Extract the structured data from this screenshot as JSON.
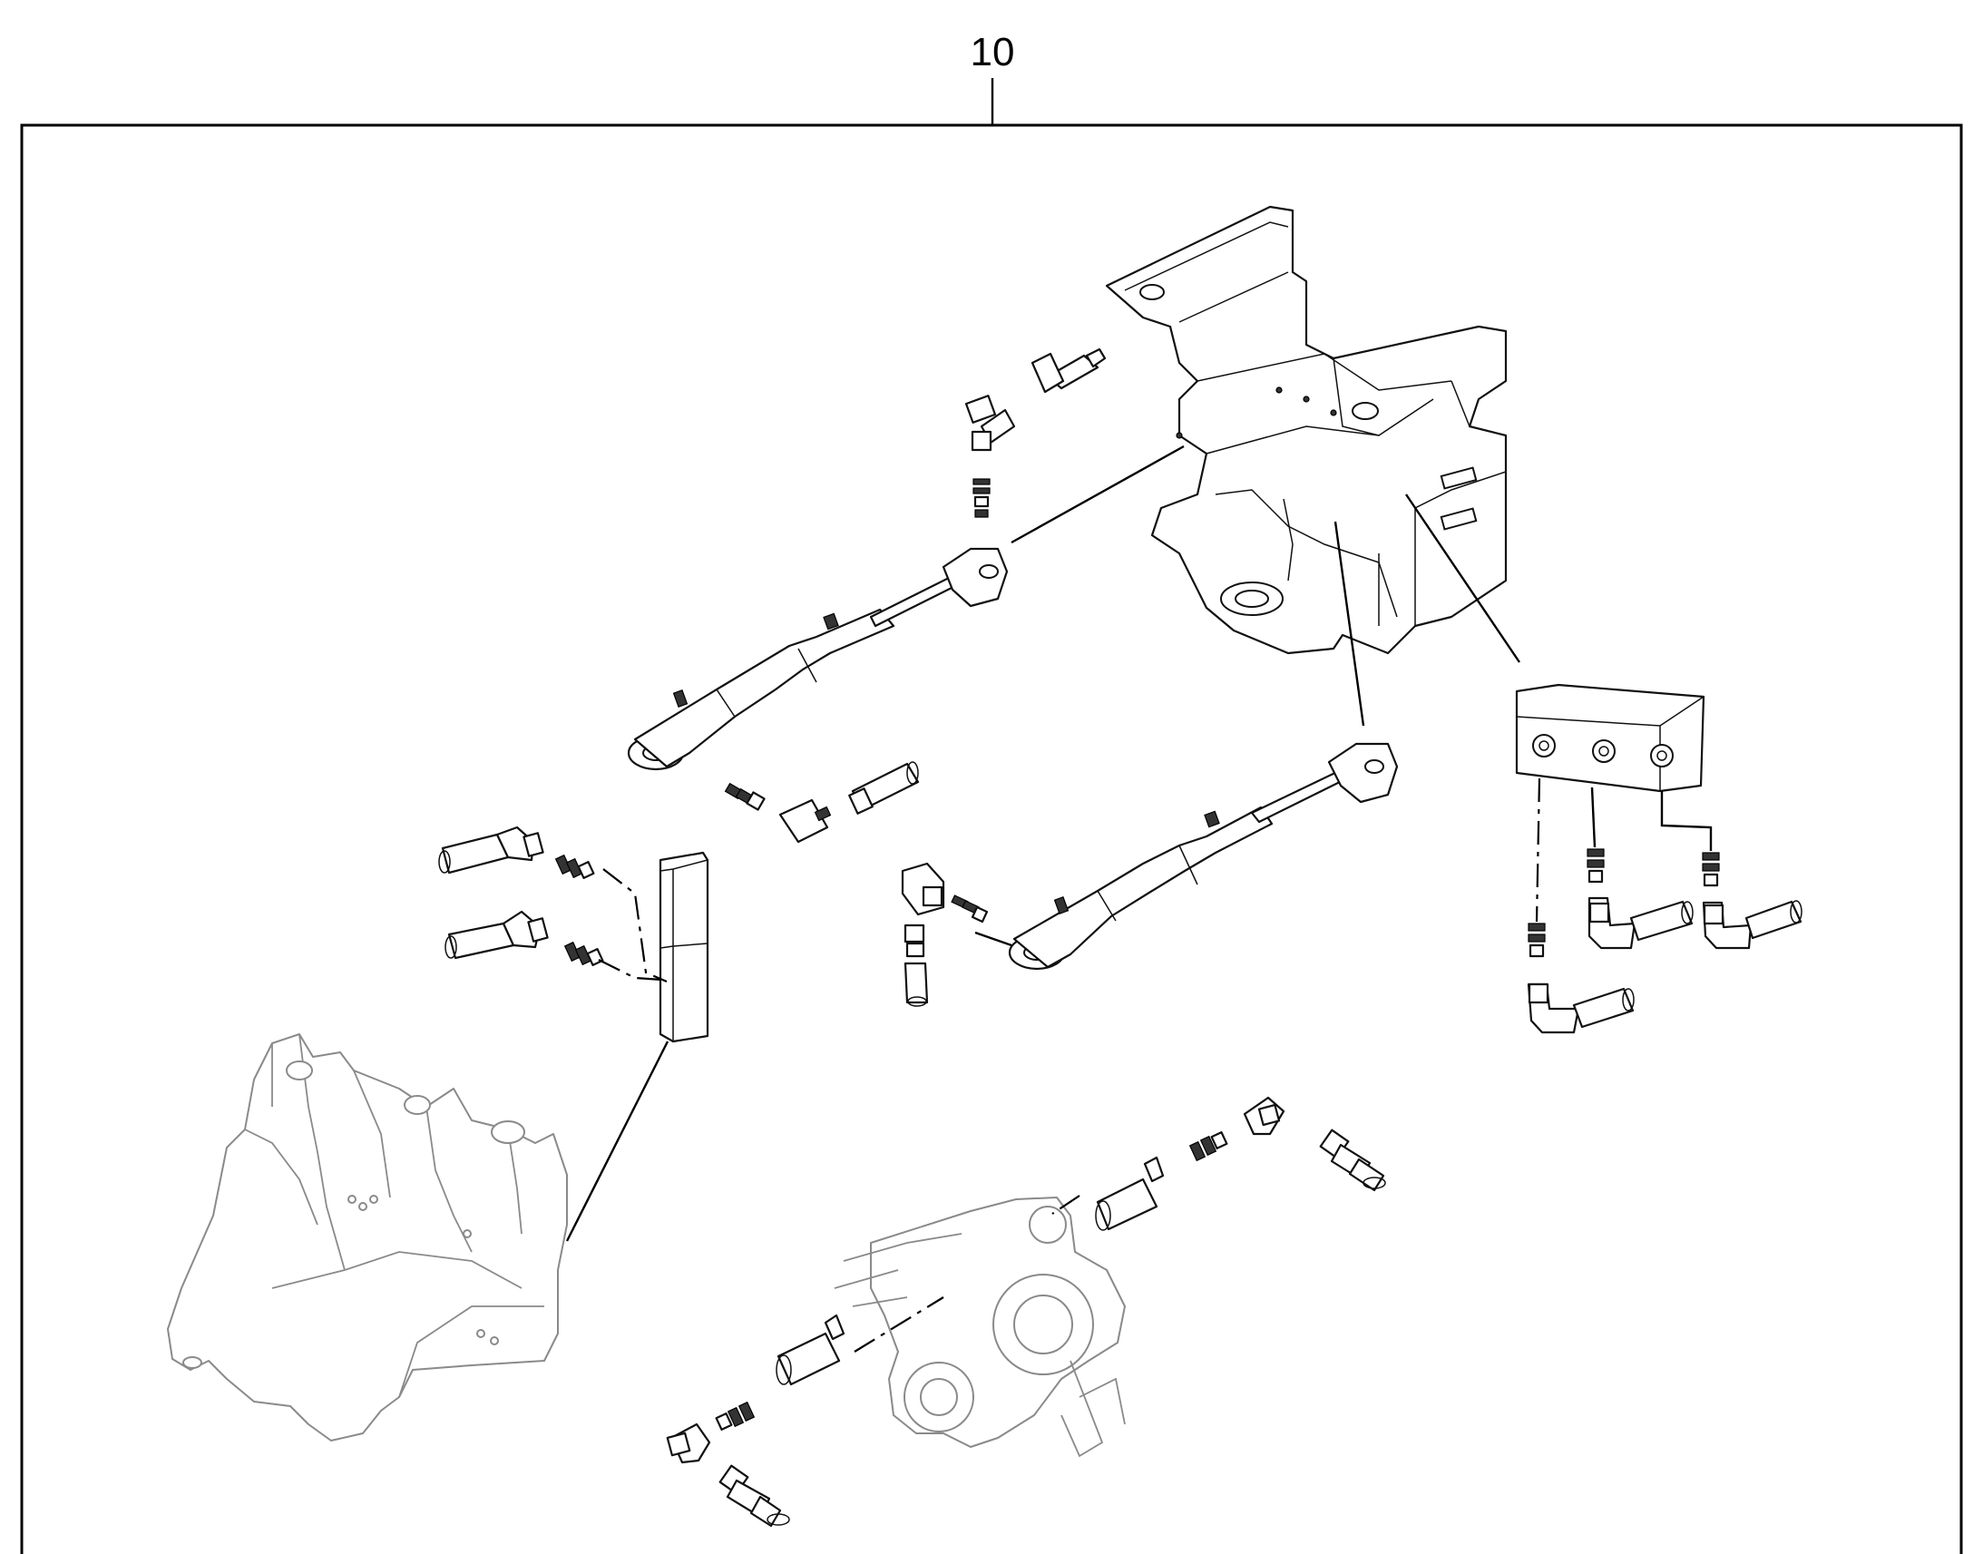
{
  "drawing": {
    "callout_number": "10"
  },
  "icons": {
    "frame": "assembly-boundary",
    "parts": [
      "hydraulic-cylinder",
      "hydraulic-hose",
      "elbow-fitting",
      "connector-nipple",
      "distribution-block",
      "rear-frame",
      "front-frame",
      "axle"
    ]
  },
  "colors": {
    "line": "#000000",
    "context_parts": "#8a8a8a",
    "background": "#ffffff"
  }
}
